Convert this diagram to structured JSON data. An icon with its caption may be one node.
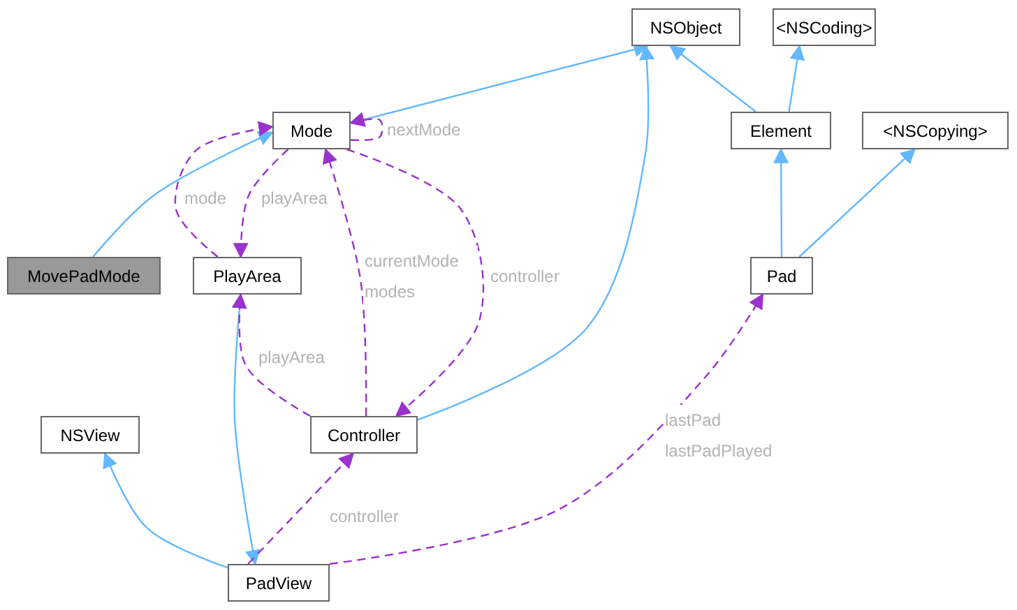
{
  "diagram": {
    "nodes": [
      {
        "text": [
          "NSObject"
        ]
      },
      {
        "text": [
          "<NSCoding>"
        ]
      },
      {
        "text": [
          "Mode"
        ]
      },
      {
        "text": [
          "Element"
        ]
      },
      {
        "text": [
          "<NSCopying>"
        ]
      },
      {
        "text": [
          "MovePadMode"
        ]
      },
      {
        "text": [
          "PlayArea"
        ]
      },
      {
        "text": [
          "Pad"
        ]
      },
      {
        "text": [
          "NSView"
        ]
      },
      {
        "text": [
          "Controller"
        ]
      },
      {
        "text": [
          "PadView"
        ]
      }
    ],
    "edges": [
      {
        "from": 2,
        "to": 0,
        "arrow": "to"
      },
      {
        "from": 3,
        "to": 0,
        "arrow": "to"
      },
      {
        "from": 3,
        "to": 1,
        "arrow": "to"
      },
      {
        "from": 7,
        "to": 3,
        "arrow": "to"
      },
      {
        "from": 7,
        "to": 4,
        "arrow": "to"
      },
      {
        "from": 5,
        "to": 2,
        "arrow": "to"
      },
      {
        "from": 9,
        "to": 0,
        "arrow": "to"
      },
      {
        "from": 10,
        "to": 8,
        "arrow": "to"
      },
      {
        "from": 6,
        "to": 10,
        "arrow": "to"
      },
      {
        "from": 2,
        "to": 2,
        "arrow": "to",
        "label": "nextMode",
        "style": "dashed",
        "color": "#9a32cd"
      },
      {
        "from": 6,
        "to": 2,
        "arrow": "to",
        "label": "mode",
        "style": "dashed",
        "color": "#9a32cd"
      },
      {
        "from": 2,
        "to": 6,
        "arrow": "to",
        "label": "playArea",
        "style": "dashed",
        "color": "#9a32cd"
      },
      {
        "from": 9,
        "to": 2,
        "arrow": "to",
        "label": "currentMode modes",
        "style": "dashed",
        "color": "#9a32cd"
      },
      {
        "from": 2,
        "to": 9,
        "arrow": "to",
        "label": "controller",
        "style": "dashed",
        "color": "#9a32cd"
      },
      {
        "from": 9,
        "to": 6,
        "arrow": "to",
        "label": "playArea",
        "style": "dashed",
        "color": "#9a32cd"
      },
      {
        "from": 10,
        "to": 9,
        "arrow": "to",
        "label": "controller",
        "style": "dashed",
        "color": "#9a32cd"
      },
      {
        "from": 10,
        "to": 7,
        "arrow": "to",
        "label": "lastPad lastPadPlayed",
        "style": "dashed",
        "color": "#9a32cd"
      }
    ]
  }
}
